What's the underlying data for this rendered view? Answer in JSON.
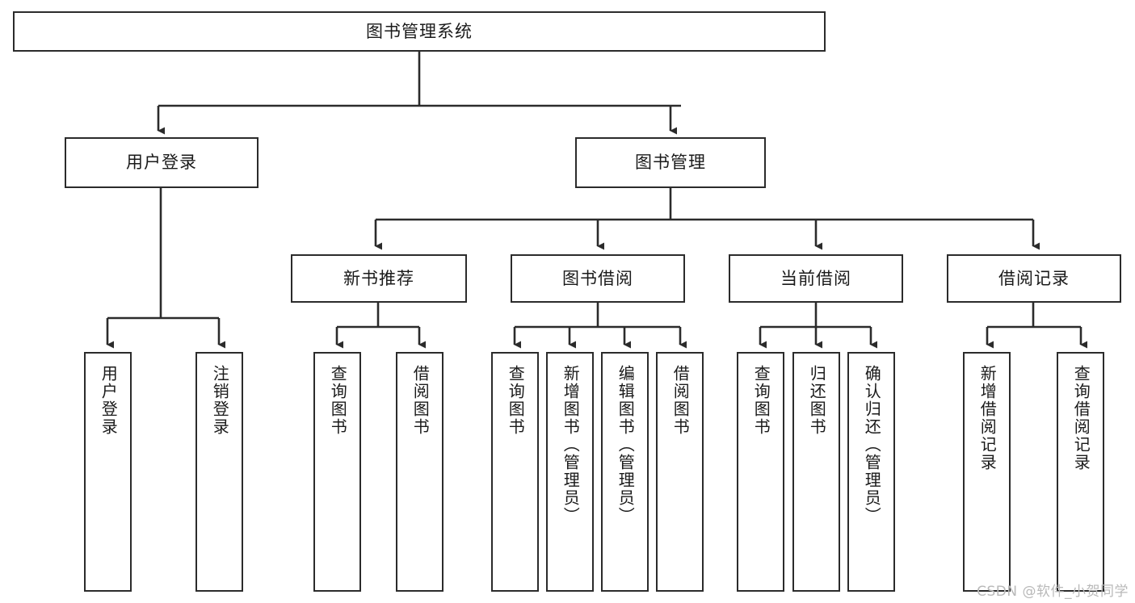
{
  "diagram": {
    "type": "tree-hierarchy",
    "title": "图书管理系统",
    "orientation": "top-down",
    "colors": {
      "border": "#2b2b2b",
      "background": "#ffffff",
      "text": "#1a1a1a",
      "edge": "#2b2b2b",
      "watermark": "#b9b9b9"
    }
  },
  "root": {
    "label": "图书管理系统"
  },
  "level1": [
    {
      "label": "用户登录"
    },
    {
      "label": "图书管理"
    }
  ],
  "level2": [
    {
      "label": "新书推荐"
    },
    {
      "label": "图书借阅"
    },
    {
      "label": "当前借阅"
    },
    {
      "label": "借阅记录"
    }
  ],
  "leaves": {
    "user_login": [
      {
        "label": "用户登录"
      },
      {
        "label": "注销登录"
      }
    ],
    "new_book": [
      {
        "label": "查询图书"
      },
      {
        "label": "借阅图书"
      }
    ],
    "book_borrow": [
      {
        "label": "查询图书"
      },
      {
        "label": "新增图书（管理员）"
      },
      {
        "label": "编辑图书（管理员）"
      },
      {
        "label": "借阅图书"
      }
    ],
    "current_borrow": [
      {
        "label": "查询图书"
      },
      {
        "label": "归还图书"
      },
      {
        "label": "确认归还（管理员）"
      }
    ],
    "borrow_record": [
      {
        "label": "新增借阅记录"
      },
      {
        "label": "查询借阅记录"
      }
    ]
  },
  "watermark": {
    "text": "CSDN @软件_小贺同学"
  }
}
